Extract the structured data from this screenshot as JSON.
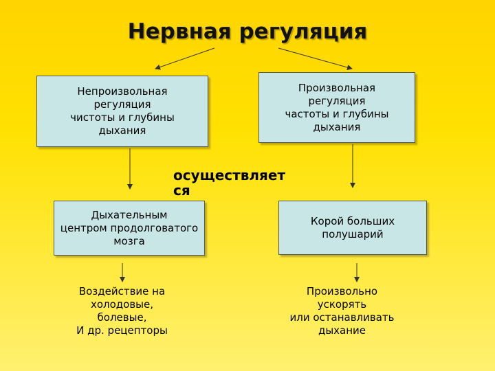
{
  "title": "Нервная регуляция",
  "involuntary": {
    "label": "Непроизвольная\nрегуляция\nчистоты и глубины\nдыхания"
  },
  "voluntary": {
    "label": "Произвольная\nрегуляция\nчастоты и глубины\nдыхания"
  },
  "connector_label": "осуществляется",
  "respiratory_center": {
    "label": "Дыхательным\nцентром продолговатого\nмозга"
  },
  "cortex": {
    "label": "Корой больших\nполушарий"
  },
  "left_effect": "Воздействие на\nхолодовые,\nболевые,\nИ др. рецепторы",
  "right_effect": "Произвольно\nускорять\nили останавливать\nдыхание"
}
